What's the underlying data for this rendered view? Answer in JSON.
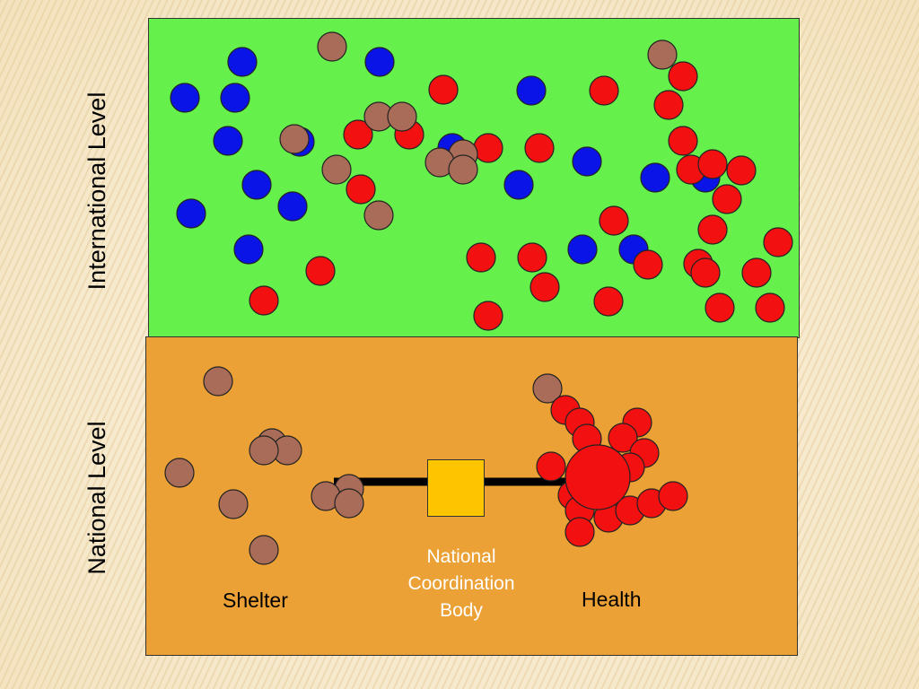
{
  "levels": {
    "international": "International Level",
    "national": "National Level"
  },
  "coordination_body": {
    "line1": "National",
    "line2": "Coordination",
    "line3": "Body"
  },
  "groups": {
    "shelter": "Shelter",
    "health": "Health"
  },
  "colors": {
    "international_panel": "#66f04c",
    "national_panel": "#eba135",
    "blue_actor": "#0a14e6",
    "red_actor": "#f21010",
    "brown_actor": "#a86c58",
    "coordination_box": "#ffc400"
  }
}
